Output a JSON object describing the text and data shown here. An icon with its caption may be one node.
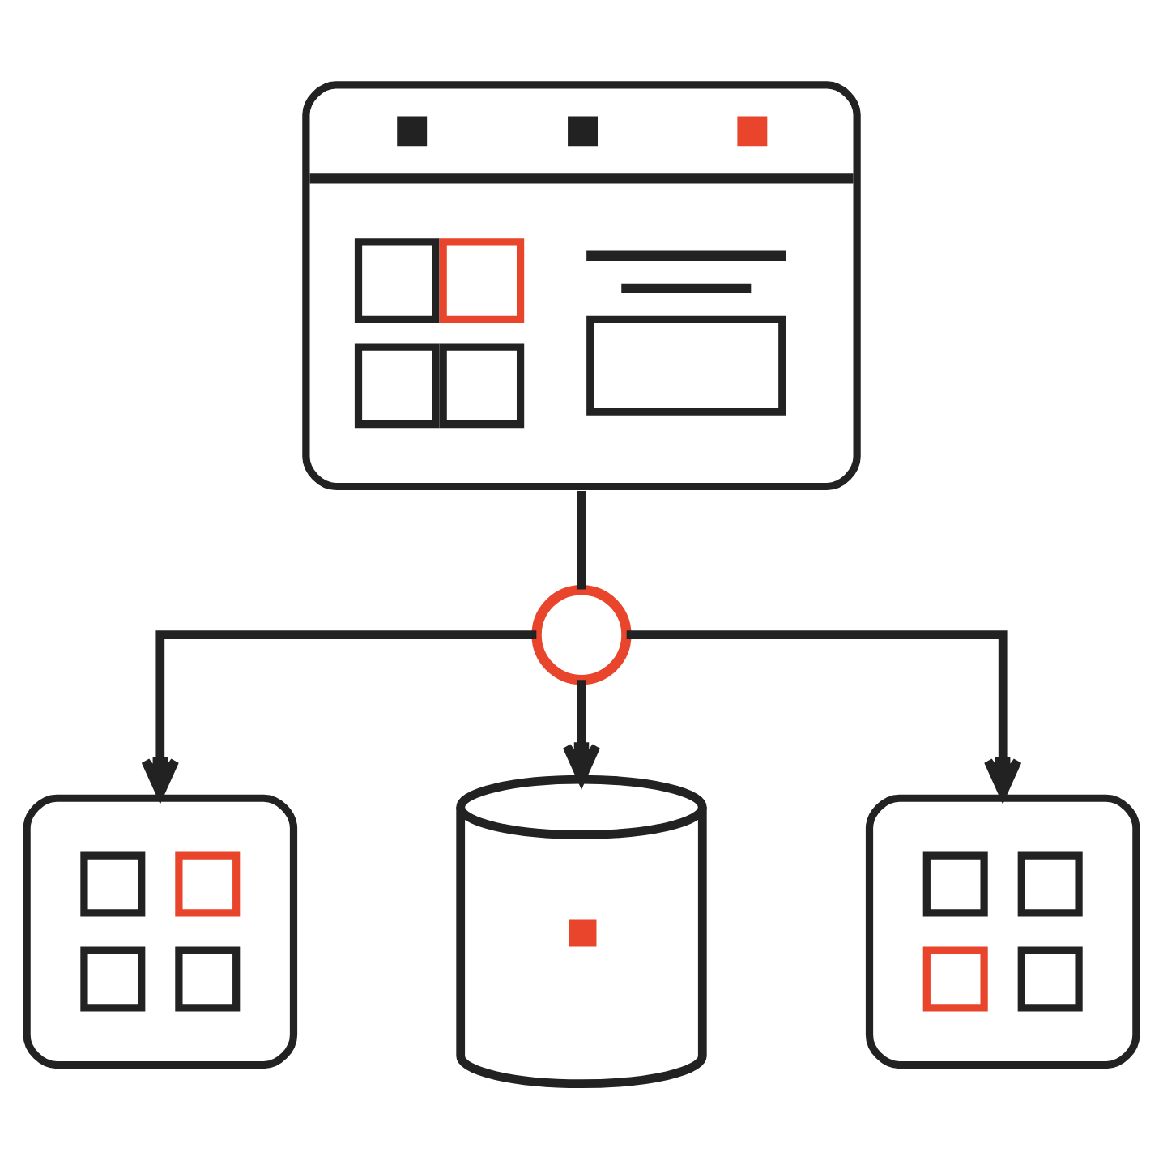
{
  "diagram": {
    "nodes": [
      {
        "text": [],
        "shape": "picture"
      },
      {
        "text": [],
        "shape": "circle"
      },
      {
        "text": [],
        "shape": "picture"
      },
      {
        "text": [],
        "shape": "cylinder"
      },
      {
        "text": [],
        "shape": "picture"
      }
    ],
    "edges": [
      {
        "from": 0,
        "to": 1,
        "arrow": "none"
      },
      {
        "from": 1,
        "to": 2,
        "arrow": "to"
      },
      {
        "from": 1,
        "to": 3,
        "arrow": "to"
      },
      {
        "from": 1,
        "to": 4,
        "arrow": "to"
      }
    ]
  }
}
